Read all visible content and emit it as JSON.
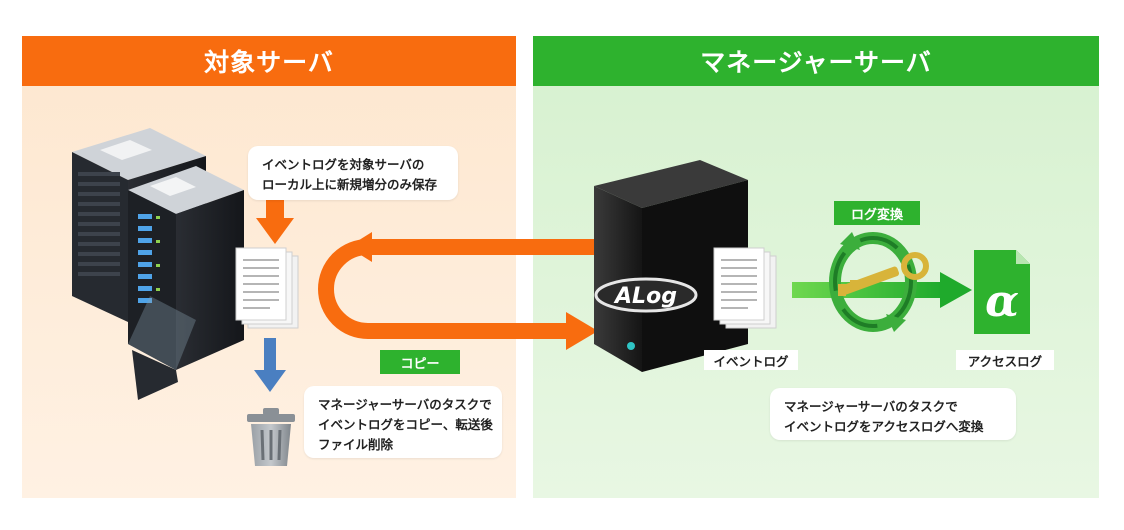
{
  "left_panel": {
    "title": "対象サーバ",
    "callout_top": [
      "イベントログを対象サーバの",
      "ローカル上に新規増分のみ保存"
    ],
    "callout_bottom": [
      "マネージャーサーバのタスクで",
      "イベントログをコピー、転送後",
      "ファイル削除"
    ]
  },
  "right_panel": {
    "title": "マネージャーサーバ",
    "copy_tag": "コピー",
    "convert_tag": "ログ変換",
    "event_log_label": "イベントログ",
    "access_log_label": "アクセスログ",
    "callout_bottom": [
      "マネージャーサーバのタスクで",
      "イベントログをアクセスログへ変換"
    ]
  },
  "logo": "ALog",
  "alpha_symbol": "α",
  "colors": {
    "orange": "#f86c0f",
    "green": "#2eb22e",
    "blue_arrow": "#4a7fc1"
  }
}
